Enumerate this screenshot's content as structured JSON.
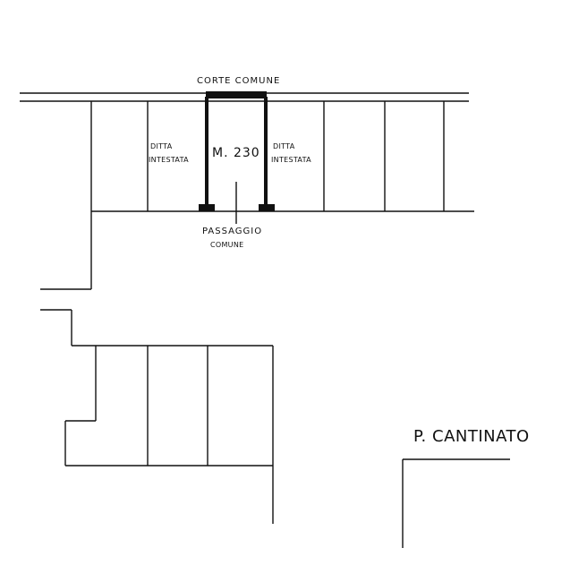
{
  "plan": {
    "courtyard_label": "CORTE COMUNE",
    "left_unit_label": [
      "DITTA",
      "INTESTATA"
    ],
    "right_unit_label": [
      "DITTA",
      "INTESTATA"
    ],
    "passage_width": "M. 230",
    "passage_label": [
      "PASSAGGIO",
      "COMUNE"
    ],
    "floor_label": "P. CANTINATO"
  }
}
